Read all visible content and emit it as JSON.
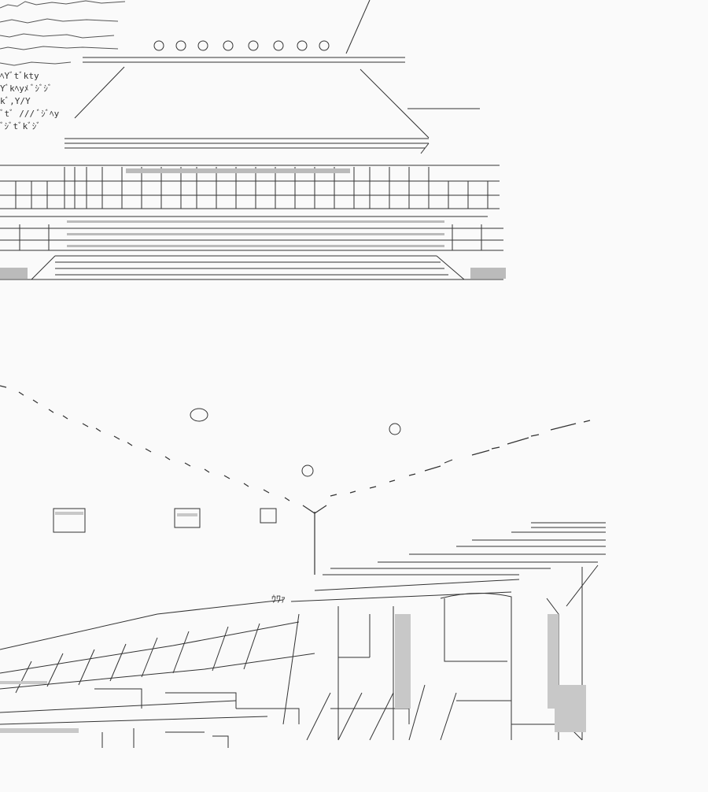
{
  "artwork": {
    "top_scene": {
      "roof_glyphs": "〇ヽ〇ヽ〇l 〇l l〇l l〇l/〇 /〇",
      "foliage_glyphs": [
        "ﾍYﾞtﾞkty",
        "Yﾞkﾍyﾒ ﾞｼﾞｼﾞ",
        "kﾞ,Y/Y",
        "ﾞtﾞ /// ﾞｼﾞﾍy",
        "ﾞｼﾞtﾞkﾞｼﾞ"
      ]
    },
    "bottom_scene": {
      "signboard_glyphs": "ｳﾜｧ"
    }
  }
}
